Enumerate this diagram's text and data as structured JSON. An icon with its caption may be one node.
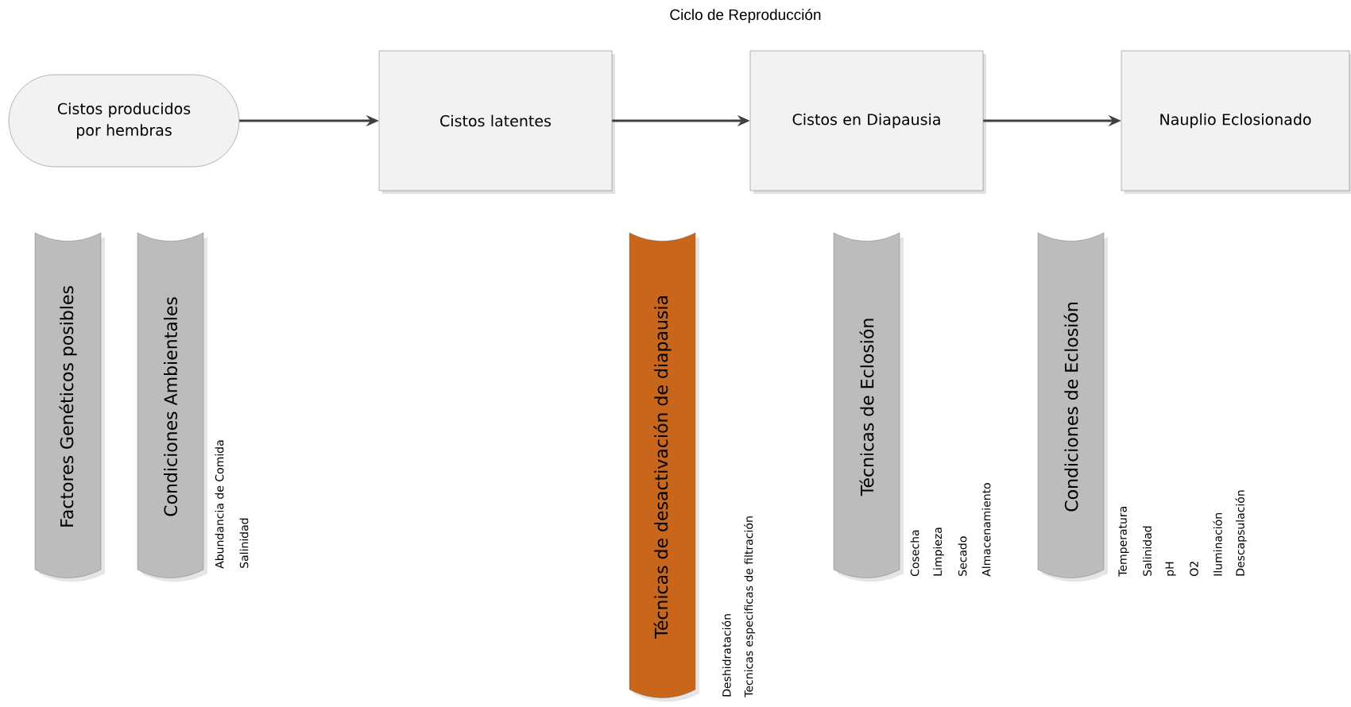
{
  "diagram": {
    "title": "Ciclo de Reproducción",
    "nodes": [
      {
        "text": [
          "Cistos producidos por hembras"
        ]
      },
      {
        "text": [
          "Cistos latentes"
        ]
      },
      {
        "text": [
          "Cistos en Diapausia"
        ]
      },
      {
        "text": [
          "Nauplio Eclosionado"
        ]
      },
      {
        "text": [
          "Factores Genéticos posibles"
        ]
      },
      {
        "text": [
          "Condiciones Ambientales"
        ],
        "beside": [
          "Abundancia de Comida",
          "Salinidad"
        ]
      },
      {
        "text": [
          "Técnicas de desactivación de diapausia"
        ],
        "beside": [
          "Deshidratación",
          "Tecnicas especificas de filtración"
        ]
      },
      {
        "text": [
          "Técnicas de Eclosión"
        ],
        "beside": [
          "Cosecha",
          "Limpieza",
          "Secado",
          "Almacenamiento"
        ]
      },
      {
        "text": [
          "Condiciones de Eclosión"
        ],
        "beside": [
          "Temperatura",
          "Salinidad",
          "pH",
          "O2",
          "Iluminación",
          "Descapsulación"
        ]
      }
    ],
    "edges": [
      {
        "from": 0,
        "to": 1,
        "arrow": "to"
      },
      {
        "from": 1,
        "to": 2,
        "arrow": "to"
      },
      {
        "from": 2,
        "to": 3,
        "arrow": "to"
      }
    ]
  }
}
